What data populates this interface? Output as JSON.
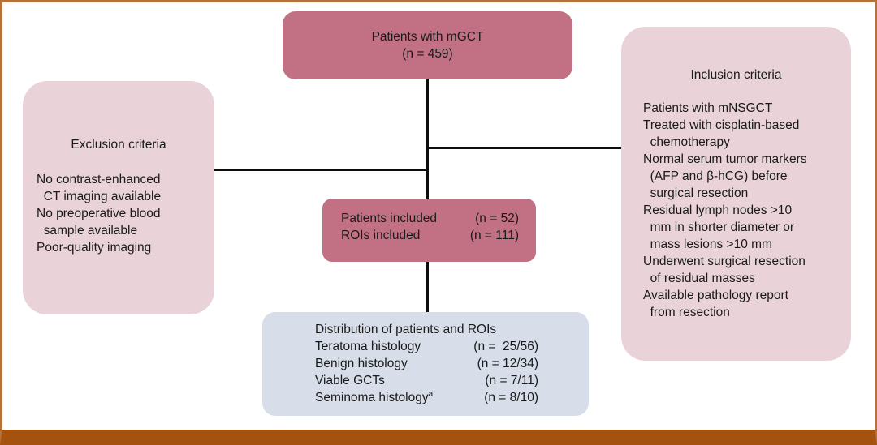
{
  "figure": {
    "colors": {
      "frame_border": "#b5713a",
      "bottom_band": "#a5520f",
      "dark_pink_box": "#c17183",
      "light_pink_box": "#e9d3d9",
      "light_blue_box": "#d7dee9",
      "connector_line": "#0d0d0d"
    }
  },
  "boxes": {
    "patients_mgct": {
      "lines": [
        "Patients with mGCT",
        "(n = 459)"
      ]
    },
    "exclusion": {
      "title": "Exclusion criteria",
      "lines": [
        "No contrast-enhanced",
        "  CT imaging available",
        "No preoperative blood",
        "  sample available",
        "Poor-quality imaging"
      ]
    },
    "inclusion": {
      "title": "Inclusion criteria",
      "lines": [
        "Patients with mNSGCT",
        "Treated with cisplatin-based",
        "  chemotherapy",
        "Normal serum tumor markers",
        "  (AFP and β-hCG) before",
        "  surgical resection",
        "Residual lymph nodes >10",
        "  mm in shorter diameter or",
        "  mass lesions >10 mm",
        "Underwent surgical resection",
        "  of residual masses",
        "Available pathology report",
        "  from resection"
      ]
    },
    "included": {
      "rows": [
        {
          "label": "Patients included",
          "sup": "",
          "value": "(n = 52)"
        },
        {
          "label": "ROIs included",
          "sup": "",
          "value": "(n = 111)"
        }
      ]
    },
    "distribution": {
      "title": "Distribution of patients and ROIs",
      "rows": [
        {
          "label": "Teratoma histology",
          "sup": "",
          "value": "(n =  25/56)"
        },
        {
          "label": "Benign histology",
          "sup": "",
          "value": "(n = 12/34)"
        },
        {
          "label": "Viable GCTs",
          "sup": "",
          "value": "(n = 7/11)"
        },
        {
          "label": "Seminoma histology",
          "sup": "a",
          "value": "(n = 8/10)"
        }
      ]
    }
  }
}
